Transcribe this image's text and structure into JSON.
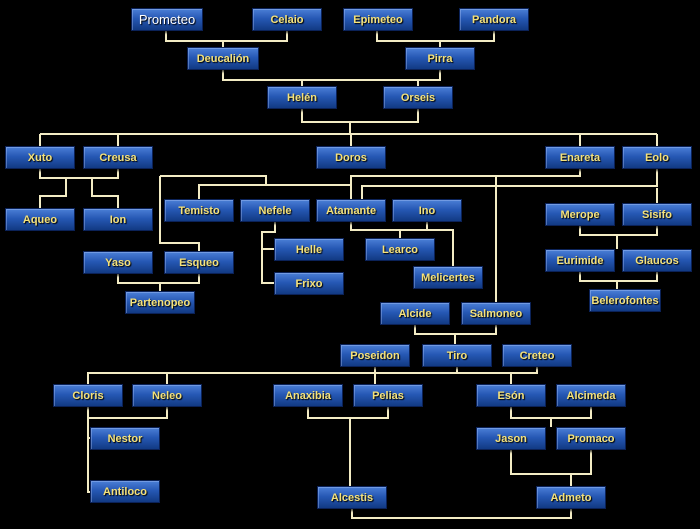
{
  "colors": {
    "background": "#000000",
    "line": "#f3ecc4",
    "node": "#2f63c2",
    "text": "#f5e27a"
  },
  "names": {
    "prometeo": "Prometeo",
    "celaio": "Celaio",
    "epimeteo": "Epimeteo",
    "pandora": "Pandora",
    "deucalion": "Deucalión",
    "pirra": "Pirra",
    "helen": "Helén",
    "orseis": "Orseis",
    "xuto": "Xuto",
    "creusa": "Creusa",
    "doros": "Doros",
    "enareta": "Enareta",
    "eolo": "Eolo",
    "aqueo": "Aqueo",
    "ion": "Ion",
    "temisto": "Temisto",
    "nefele": "Nefele",
    "atamante": "Atamante",
    "ino": "Ino",
    "merope": "Merope",
    "sisifo": "Sisifo",
    "helle": "Helle",
    "learco": "Learco",
    "yaso": "Yaso",
    "esqueo": "Esqueo",
    "eurimide": "Eurimide",
    "glaucos": "Glaucos",
    "frixo": "Frixo",
    "melicertes": "Melicertes",
    "partenopeo": "Partenopeo",
    "belerofontes": "Belerofontes",
    "alcide": "Alcide",
    "salmoneo": "Salmoneo",
    "poseidon": "Poseidon",
    "tiro": "Tiro",
    "creteo": "Creteo",
    "cloris": "Cloris",
    "neleo": "Neleo",
    "anaxibia": "Anaxibia",
    "pelias": "Pelias",
    "eson": "Esón",
    "alcimeda": "Alcimeda",
    "nestor": "Nestor",
    "jason": "Jason",
    "promaco": "Promaco",
    "antiloco": "Antiloco",
    "alcestis": "Alcestis",
    "admeto": "Admeto"
  }
}
